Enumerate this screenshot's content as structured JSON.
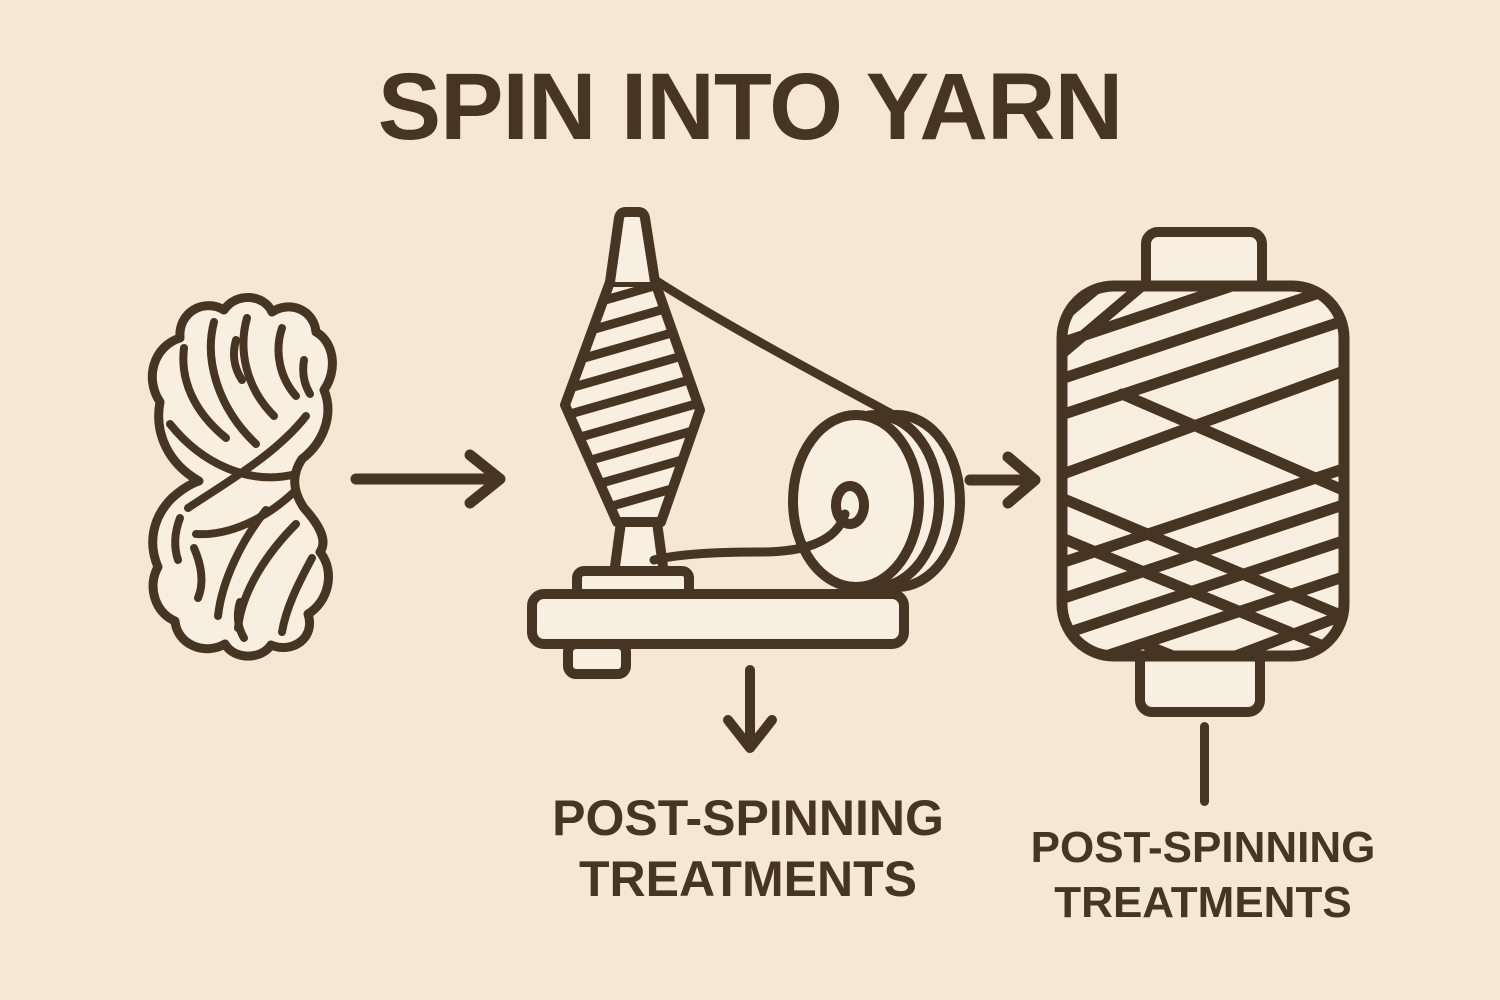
{
  "title": "SPIN INTO YARN",
  "colors": {
    "background": "#f4e8d2",
    "ink": "#463522",
    "icon_fill": "#f8efe0"
  },
  "diagram": {
    "steps": [
      {
        "id": "fiber-skein",
        "icon": "fiber-skein-icon"
      },
      {
        "id": "spinning-machine",
        "icon": "spinning-machine-icon",
        "note_line1": "POST-SPINNING",
        "note_line2": "TREATMENTS"
      },
      {
        "id": "yarn-spool",
        "icon": "yarn-spool-icon",
        "note_line1": "POST-SPINNING",
        "note_line2": "TREATMENTS"
      }
    ],
    "connectors": [
      {
        "id": "arrow-skein-to-machine",
        "type": "arrow-right"
      },
      {
        "id": "arrow-machine-to-spool",
        "type": "arrow-right"
      },
      {
        "id": "arrow-machine-to-note",
        "type": "arrow-down"
      },
      {
        "id": "line-spool-to-note",
        "type": "plain-line-down"
      }
    ]
  }
}
